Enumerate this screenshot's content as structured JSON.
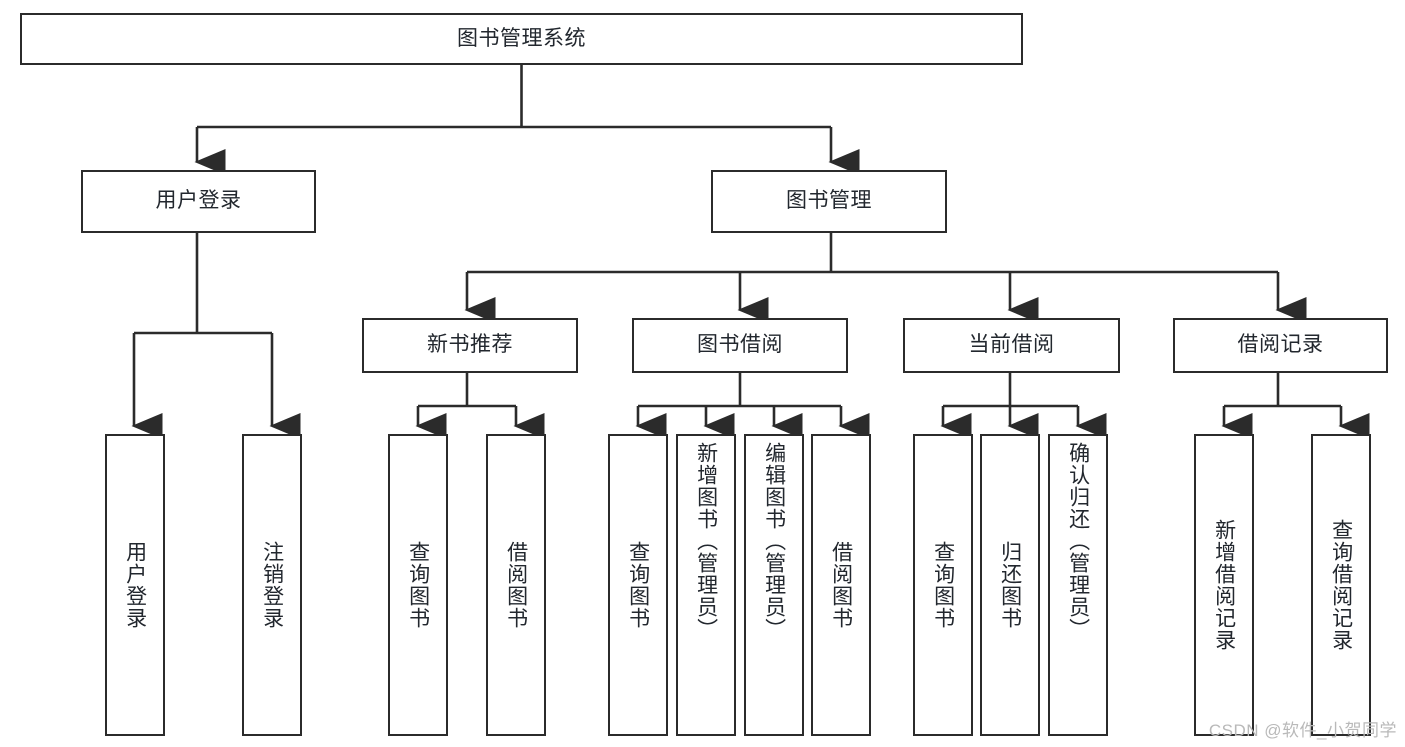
{
  "diagram": {
    "title": "图书管理系统",
    "type": "tree",
    "orientation": "top-down",
    "colors": {
      "box_border": "#2b2b2b",
      "box_fill": "#ffffff",
      "connector": "#2b2b2b",
      "text": "#22272e",
      "watermark": "#b9b9b9",
      "background": "#ffffff"
    }
  },
  "root": {
    "label": "图书管理系统"
  },
  "level2": [
    {
      "label": "用户登录"
    },
    {
      "label": "图书管理"
    }
  ],
  "level3": [
    {
      "label": "新书推荐"
    },
    {
      "label": "图书借阅"
    },
    {
      "label": "当前借阅"
    },
    {
      "label": "借阅记录"
    }
  ],
  "leaves": {
    "user_login": [
      {
        "label": "用户登录"
      },
      {
        "label": "注销登录"
      }
    ],
    "new_book_recommend": [
      {
        "label": "查询图书"
      },
      {
        "label": "借阅图书"
      }
    ],
    "book_borrow": [
      {
        "label": "查询图书"
      },
      {
        "label": "新增图书（管理员）"
      },
      {
        "label": "编辑图书（管理员）"
      },
      {
        "label": "借阅图书"
      }
    ],
    "current_borrow": [
      {
        "label": "查询图书"
      },
      {
        "label": "归还图书"
      },
      {
        "label": "确认归还（管理员）"
      }
    ],
    "borrow_records": [
      {
        "label": "新增借阅记录"
      },
      {
        "label": "查询借阅记录"
      }
    ]
  },
  "watermark": {
    "text": "CSDN @软件_小贺同学"
  }
}
